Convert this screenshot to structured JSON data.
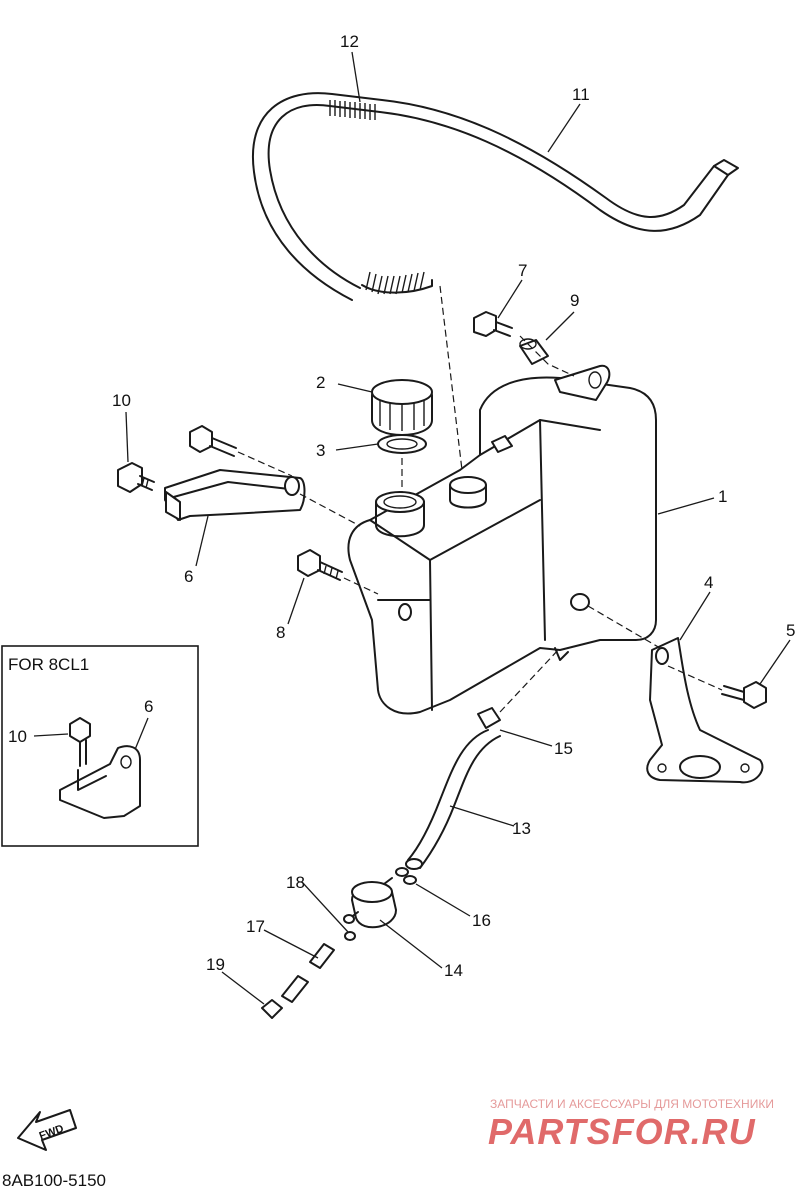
{
  "callouts": {
    "c1": "1",
    "c2": "2",
    "c3": "3",
    "c4": "4",
    "c5": "5",
    "c6": "6",
    "c7": "7",
    "c8": "8",
    "c9": "9",
    "c10": "10",
    "c11": "11",
    "c12": "12",
    "c13": "13",
    "c14": "14",
    "c15": "15",
    "c16": "16",
    "c17": "17",
    "c18": "18",
    "c19": "19"
  },
  "inset": {
    "title": "FOR 8CL1",
    "c10": "10",
    "c6": "6"
  },
  "fwd_label": "FWD",
  "diagram_code": "8AB100-5150",
  "watermark": {
    "tagline": "ЗАПЧАСТИ И АКСЕССУАРЫ ДЛЯ МОТОТЕХНИКИ",
    "logo": "PARTSFOR.RU",
    "color": "#e06a6a"
  }
}
